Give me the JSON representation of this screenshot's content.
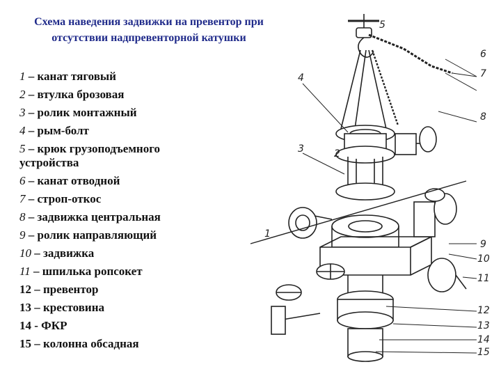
{
  "title": {
    "line1": "Схема наведения задвижки на превентор при",
    "line2": "отсутствии надпревенторной катушки"
  },
  "legend": [
    {
      "num": "1",
      "text": " – канат тяговый"
    },
    {
      "num": "2",
      "text": " – втулка брозовая"
    },
    {
      "num": "3",
      "text": " – ролик монтажный"
    },
    {
      "num": "4",
      "text": " – рым-болт"
    },
    {
      "num": "5",
      "text": " – крюк грузоподъемного устройства"
    },
    {
      "num": "6",
      "text": " – канат отводной"
    },
    {
      "num": "7",
      "text": " – строп-откос"
    },
    {
      "num": "8",
      "text": " – задвижка центральная"
    },
    {
      "num": "9",
      "text": " – ролик направляющий"
    },
    {
      "num": "10",
      "text": " – задвижка"
    },
    {
      "num": "11",
      "text": " – шпилька ропсокет"
    },
    {
      "num": "12",
      "text": " – превентор"
    },
    {
      "num": "13",
      "text": " – крестовина"
    },
    {
      "num": "14",
      "text": " - ФКР"
    },
    {
      "num": "15",
      "text": " – колонна обсадная"
    }
  ],
  "diagram_labels": {
    "l1": "1",
    "l2": "2",
    "l3": "3",
    "l4": "4",
    "l5": "5",
    "l6": "6",
    "l7": "7",
    "l8": "8",
    "l9": "9",
    "l10": "10",
    "l11": "11",
    "l12": "12",
    "l13": "13",
    "l14": "14",
    "l15": "15"
  }
}
